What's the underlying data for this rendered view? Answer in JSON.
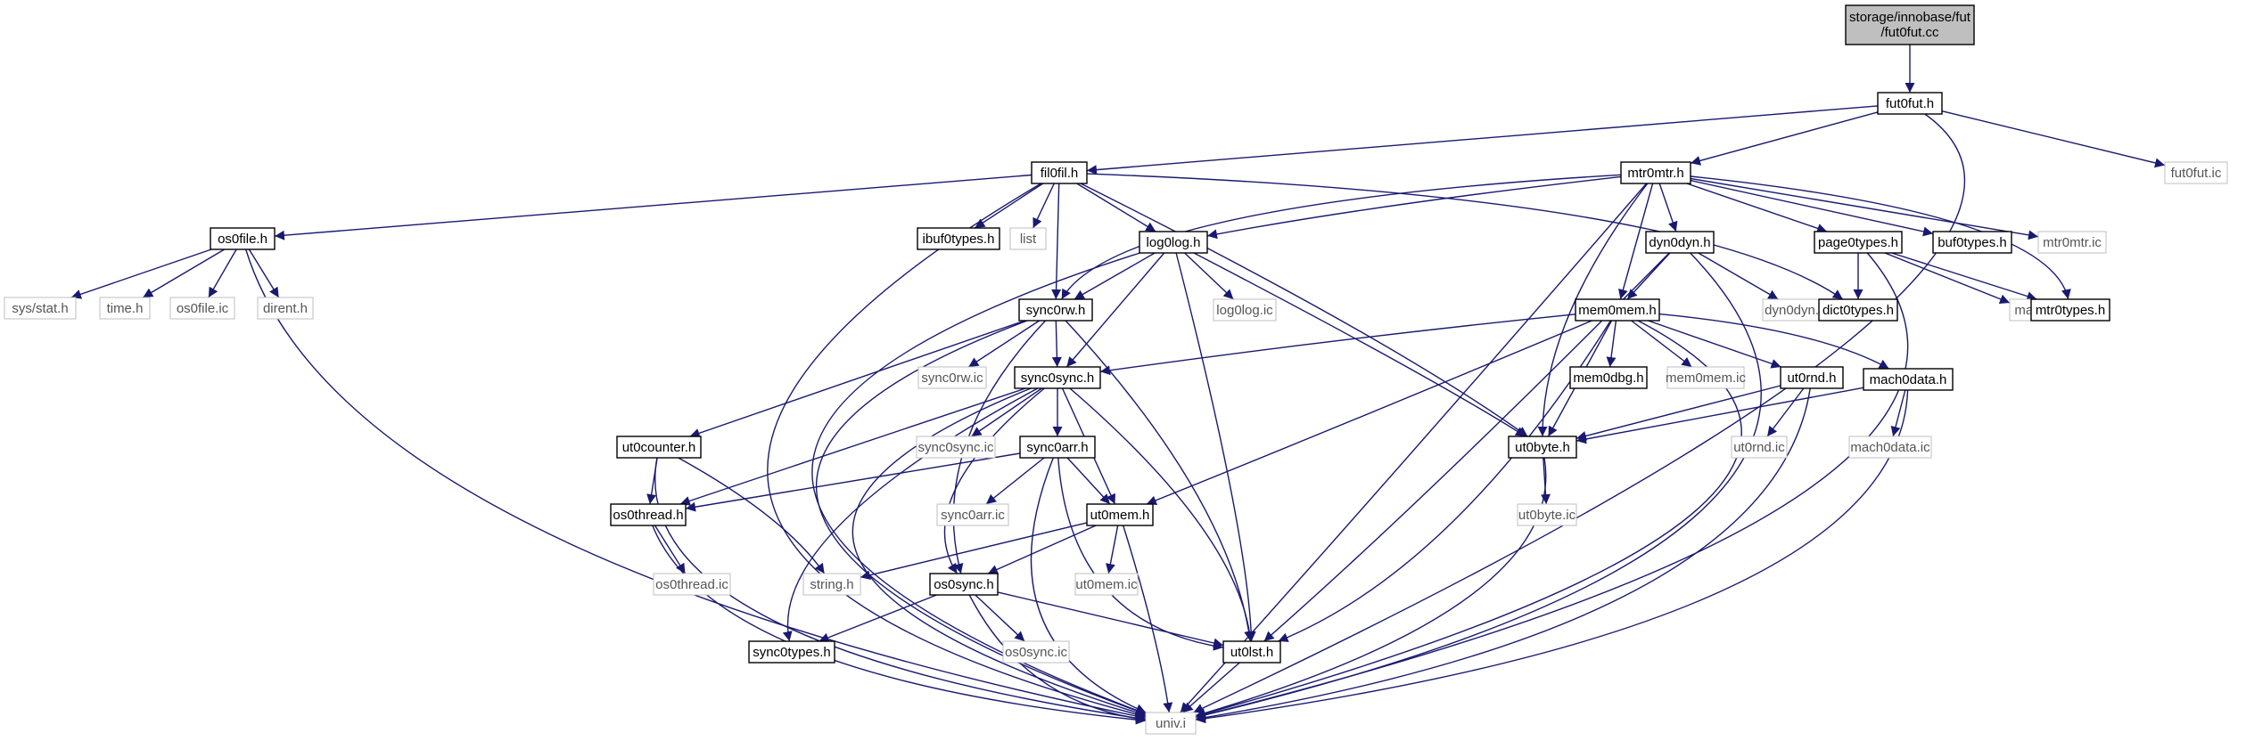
{
  "colors": {
    "edge": "#191970",
    "root_fill": "#bfbfbf",
    "node_fill": "#ffffff",
    "node_stroke": "#000000",
    "ext_stroke": "#bfbfbf",
    "ext_text": "#555555"
  },
  "nodes": [
    {
      "id": "root",
      "label": "storage/innobase/fut\n/fut0fut.cc",
      "kind": "root"
    },
    {
      "id": "fut0fut_h",
      "label": "fut0fut.h",
      "kind": "file"
    },
    {
      "id": "fil0fil_h",
      "label": "fil0fil.h",
      "kind": "file"
    },
    {
      "id": "mtr0mtr_h",
      "label": "mtr0mtr.h",
      "kind": "file"
    },
    {
      "id": "fut0fut_ic",
      "label": "fut0fut.ic",
      "kind": "ext"
    },
    {
      "id": "os0file_h",
      "label": "os0file.h",
      "kind": "file"
    },
    {
      "id": "ibuf0types_h",
      "label": "ibuf0types.h",
      "kind": "file"
    },
    {
      "id": "list",
      "label": "list",
      "kind": "ext"
    },
    {
      "id": "log0log_h",
      "label": "log0log.h",
      "kind": "file"
    },
    {
      "id": "dyn0dyn_h",
      "label": "dyn0dyn.h",
      "kind": "file"
    },
    {
      "id": "page0types_h",
      "label": "page0types.h",
      "kind": "file"
    },
    {
      "id": "buf0types_h",
      "label": "buf0types.h",
      "kind": "file"
    },
    {
      "id": "mtr0mtr_ic",
      "label": "mtr0mtr.ic",
      "kind": "ext"
    },
    {
      "id": "sys_stat_h",
      "label": "sys/stat.h",
      "kind": "ext"
    },
    {
      "id": "time_h",
      "label": "time.h",
      "kind": "ext"
    },
    {
      "id": "os0file_ic",
      "label": "os0file.ic",
      "kind": "ext"
    },
    {
      "id": "dirent_h",
      "label": "dirent.h",
      "kind": "ext"
    },
    {
      "id": "sync0rw_h",
      "label": "sync0rw.h",
      "kind": "file"
    },
    {
      "id": "log0log_ic",
      "label": "log0log.ic",
      "kind": "ext"
    },
    {
      "id": "mem0mem_h",
      "label": "mem0mem.h",
      "kind": "file"
    },
    {
      "id": "dyn0dyn_ic",
      "label": "dyn0dyn.ic",
      "kind": "ext"
    },
    {
      "id": "dict0types_h",
      "label": "dict0types.h",
      "kind": "file"
    },
    {
      "id": "map",
      "label": "map",
      "kind": "ext"
    },
    {
      "id": "mtr0types_h",
      "label": "mtr0types.h",
      "kind": "file"
    },
    {
      "id": "sync0rw_ic",
      "label": "sync0rw.ic",
      "kind": "ext"
    },
    {
      "id": "sync0sync_h",
      "label": "sync0sync.h",
      "kind": "file"
    },
    {
      "id": "mem0dbg_h",
      "label": "mem0dbg.h",
      "kind": "file"
    },
    {
      "id": "mem0mem_ic",
      "label": "mem0mem.ic",
      "kind": "ext"
    },
    {
      "id": "ut0rnd_h",
      "label": "ut0rnd.h",
      "kind": "file"
    },
    {
      "id": "mach0data_h",
      "label": "mach0data.h",
      "kind": "file"
    },
    {
      "id": "ut0counter_h",
      "label": "ut0counter.h",
      "kind": "file"
    },
    {
      "id": "sync0sync_ic",
      "label": "sync0sync.ic",
      "kind": "ext"
    },
    {
      "id": "sync0arr_h",
      "label": "sync0arr.h",
      "kind": "file"
    },
    {
      "id": "ut0byte_h",
      "label": "ut0byte.h",
      "kind": "file"
    },
    {
      "id": "ut0rnd_ic",
      "label": "ut0rnd.ic",
      "kind": "ext"
    },
    {
      "id": "mach0data_ic",
      "label": "mach0data.ic",
      "kind": "ext"
    },
    {
      "id": "os0thread_h",
      "label": "os0thread.h",
      "kind": "file"
    },
    {
      "id": "sync0arr_ic",
      "label": "sync0arr.ic",
      "kind": "ext"
    },
    {
      "id": "ut0mem_h",
      "label": "ut0mem.h",
      "kind": "file"
    },
    {
      "id": "ut0byte_ic",
      "label": "ut0byte.ic",
      "kind": "ext"
    },
    {
      "id": "os0thread_ic",
      "label": "os0thread.ic",
      "kind": "ext"
    },
    {
      "id": "string_h",
      "label": "string.h",
      "kind": "ext"
    },
    {
      "id": "os0sync_h",
      "label": "os0sync.h",
      "kind": "file"
    },
    {
      "id": "ut0mem_ic",
      "label": "ut0mem.ic",
      "kind": "ext"
    },
    {
      "id": "sync0types_h",
      "label": "sync0types.h",
      "kind": "file"
    },
    {
      "id": "os0sync_ic",
      "label": "os0sync.ic",
      "kind": "ext"
    },
    {
      "id": "ut0lst_h",
      "label": "ut0lst.h",
      "kind": "file"
    },
    {
      "id": "univ_i",
      "label": "univ.i",
      "kind": "ext"
    }
  ],
  "edges": [
    [
      "root",
      "fut0fut_h"
    ],
    [
      "fut0fut_h",
      "fil0fil_h"
    ],
    [
      "fut0fut_h",
      "mtr0mtr_h"
    ],
    [
      "fut0fut_h",
      "fut0fut_ic"
    ],
    [
      "fut0fut_h",
      "univ_i"
    ],
    [
      "fil0fil_h",
      "os0file_h"
    ],
    [
      "fil0fil_h",
      "ibuf0types_h"
    ],
    [
      "fil0fil_h",
      "list"
    ],
    [
      "fil0fil_h",
      "log0log_h"
    ],
    [
      "fil0fil_h",
      "sync0rw_h"
    ],
    [
      "fil0fil_h",
      "dict0types_h"
    ],
    [
      "fil0fil_h",
      "ut0byte_h"
    ],
    [
      "fil0fil_h",
      "univ_i"
    ],
    [
      "mtr0mtr_h",
      "log0log_h"
    ],
    [
      "mtr0mtr_h",
      "sync0rw_h"
    ],
    [
      "mtr0mtr_h",
      "dyn0dyn_h"
    ],
    [
      "mtr0mtr_h",
      "mem0mem_h"
    ],
    [
      "mtr0mtr_h",
      "page0types_h"
    ],
    [
      "mtr0mtr_h",
      "buf0types_h"
    ],
    [
      "mtr0mtr_h",
      "mtr0mtr_ic"
    ],
    [
      "mtr0mtr_h",
      "mtr0types_h"
    ],
    [
      "mtr0mtr_h",
      "ut0byte_h"
    ],
    [
      "mtr0mtr_h",
      "univ_i"
    ],
    [
      "os0file_h",
      "sys_stat_h"
    ],
    [
      "os0file_h",
      "time_h"
    ],
    [
      "os0file_h",
      "os0file_ic"
    ],
    [
      "os0file_h",
      "dirent_h"
    ],
    [
      "os0file_h",
      "univ_i"
    ],
    [
      "log0log_h",
      "sync0rw_h"
    ],
    [
      "log0log_h",
      "sync0sync_h"
    ],
    [
      "log0log_h",
      "log0log_ic"
    ],
    [
      "log0log_h",
      "ut0lst_h"
    ],
    [
      "log0log_h",
      "ut0byte_h"
    ],
    [
      "log0log_h",
      "univ_i"
    ],
    [
      "dyn0dyn_h",
      "mem0mem_h"
    ],
    [
      "dyn0dyn_h",
      "dyn0dyn_ic"
    ],
    [
      "dyn0dyn_h",
      "ut0lst_h"
    ],
    [
      "dyn0dyn_h",
      "univ_i"
    ],
    [
      "page0types_h",
      "dict0types_h"
    ],
    [
      "page0types_h",
      "map"
    ],
    [
      "page0types_h",
      "mtr0types_h"
    ],
    [
      "page0types_h",
      "univ_i"
    ],
    [
      "sync0rw_h",
      "sync0rw_ic"
    ],
    [
      "sync0rw_h",
      "sync0sync_h"
    ],
    [
      "sync0rw_h",
      "ut0counter_h"
    ],
    [
      "sync0rw_h",
      "os0sync_h"
    ],
    [
      "sync0rw_h",
      "ut0lst_h"
    ],
    [
      "sync0rw_h",
      "univ_i"
    ],
    [
      "mem0mem_h",
      "sync0sync_h"
    ],
    [
      "mem0mem_h",
      "mem0dbg_h"
    ],
    [
      "mem0mem_h",
      "mem0mem_ic"
    ],
    [
      "mem0mem_h",
      "ut0rnd_h"
    ],
    [
      "mem0mem_h",
      "mach0data_h"
    ],
    [
      "mem0mem_h",
      "ut0mem_h"
    ],
    [
      "mem0mem_h",
      "ut0byte_h"
    ],
    [
      "mem0mem_h",
      "ut0lst_h"
    ],
    [
      "mem0mem_h",
      "univ_i"
    ],
    [
      "sync0sync_h",
      "sync0sync_ic"
    ],
    [
      "sync0sync_h",
      "sync0arr_h"
    ],
    [
      "sync0sync_h",
      "os0thread_h"
    ],
    [
      "sync0sync_h",
      "ut0mem_h"
    ],
    [
      "sync0sync_h",
      "os0sync_h"
    ],
    [
      "sync0sync_h",
      "sync0types_h"
    ],
    [
      "sync0sync_h",
      "ut0lst_h"
    ],
    [
      "sync0sync_h",
      "univ_i"
    ],
    [
      "ut0rnd_h",
      "ut0rnd_ic"
    ],
    [
      "ut0rnd_h",
      "ut0byte_h"
    ],
    [
      "ut0rnd_h",
      "univ_i"
    ],
    [
      "mach0data_h",
      "mach0data_ic"
    ],
    [
      "mach0data_h",
      "ut0byte_h"
    ],
    [
      "mach0data_h",
      "univ_i"
    ],
    [
      "ut0counter_h",
      "os0thread_h"
    ],
    [
      "ut0counter_h",
      "string_h"
    ],
    [
      "ut0counter_h",
      "univ_i"
    ],
    [
      "sync0arr_h",
      "sync0arr_ic"
    ],
    [
      "sync0arr_h",
      "os0thread_h"
    ],
    [
      "sync0arr_h",
      "ut0mem_h"
    ],
    [
      "sync0arr_h",
      "ut0lst_h"
    ],
    [
      "sync0arr_h",
      "univ_i"
    ],
    [
      "ut0byte_h",
      "ut0byte_ic"
    ],
    [
      "ut0byte_h",
      "univ_i"
    ],
    [
      "os0thread_h",
      "os0thread_ic"
    ],
    [
      "os0thread_h",
      "univ_i"
    ],
    [
      "ut0mem_h",
      "ut0mem_ic"
    ],
    [
      "ut0mem_h",
      "string_h"
    ],
    [
      "ut0mem_h",
      "os0sync_h"
    ],
    [
      "ut0mem_h",
      "univ_i"
    ],
    [
      "os0sync_h",
      "os0sync_ic"
    ],
    [
      "os0sync_h",
      "sync0types_h"
    ],
    [
      "os0sync_h",
      "ut0lst_h"
    ],
    [
      "os0sync_h",
      "univ_i"
    ],
    [
      "ut0lst_h",
      "univ_i"
    ]
  ]
}
